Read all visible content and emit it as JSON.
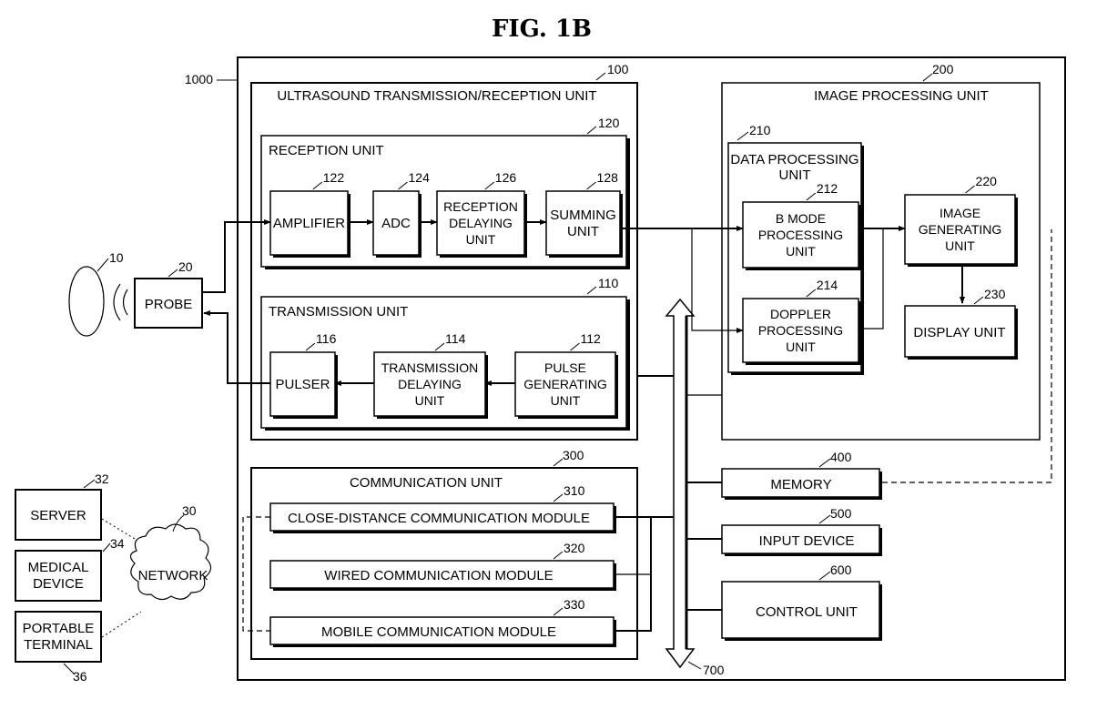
{
  "figure": {
    "title": "FIG.  1B",
    "system_ref": "1000"
  },
  "external": {
    "object": {
      "ref": "10"
    },
    "probe": {
      "label": "PROBE",
      "ref": "20"
    },
    "network": {
      "label": "NETWORK",
      "ref": "30"
    },
    "server": {
      "label": "SERVER",
      "ref": "32"
    },
    "medical_device": {
      "label_lines": [
        "MEDICAL",
        "DEVICE"
      ],
      "ref": "34"
    },
    "portable_terminal": {
      "label_lines": [
        "PORTABLE",
        "TERMINAL"
      ],
      "ref": "36"
    }
  },
  "ultrasound_unit": {
    "label": "ULTRASOUND TRANSMISSION/RECEPTION UNIT",
    "ref": "100",
    "reception_unit": {
      "label": "RECEPTION UNIT",
      "ref": "120",
      "blocks": [
        {
          "id": "amplifier",
          "label_lines": [
            "AMPLIFIER"
          ],
          "ref": "122"
        },
        {
          "id": "adc",
          "label_lines": [
            "ADC"
          ],
          "ref": "124"
        },
        {
          "id": "reception-delaying",
          "label_lines": [
            "RECEPTION",
            "DELAYING",
            "UNIT"
          ],
          "ref": "126"
        },
        {
          "id": "summing",
          "label_lines": [
            "SUMMING",
            "UNIT"
          ],
          "ref": "128"
        }
      ]
    },
    "transmission_unit": {
      "label": "TRANSMISSION UNIT",
      "ref": "110",
      "blocks": [
        {
          "id": "pulser",
          "label_lines": [
            "PULSER"
          ],
          "ref": "116"
        },
        {
          "id": "transmission-delaying",
          "label_lines": [
            "TRANSMISSION",
            "DELAYING",
            "UNIT"
          ],
          "ref": "114"
        },
        {
          "id": "pulse-generating",
          "label_lines": [
            "PULSE",
            "GENERATING",
            "UNIT"
          ],
          "ref": "112"
        }
      ]
    }
  },
  "image_processing_unit": {
    "label": "IMAGE PROCESSING UNIT",
    "ref": "200",
    "data_processing_unit": {
      "label_lines": [
        "DATA PROCESSING",
        "UNIT"
      ],
      "ref": "210",
      "blocks": [
        {
          "id": "b-mode",
          "label_lines": [
            "B MODE",
            "PROCESSING",
            "UNIT"
          ],
          "ref": "212"
        },
        {
          "id": "doppler",
          "label_lines": [
            "DOPPLER",
            "PROCESSING",
            "UNIT"
          ],
          "ref": "214"
        }
      ]
    },
    "image_generating": {
      "label_lines": [
        "IMAGE",
        "GENERATING",
        "UNIT"
      ],
      "ref": "220"
    },
    "display": {
      "label": "DISPLAY UNIT",
      "ref": "230"
    }
  },
  "communication_unit": {
    "label": "COMMUNICATION UNIT",
    "ref": "300",
    "modules": [
      {
        "id": "close-distance",
        "label": "CLOSE-DISTANCE COMMUNICATION MODULE",
        "ref": "310"
      },
      {
        "id": "wired",
        "label": "WIRED COMMUNICATION MODULE",
        "ref": "320"
      },
      {
        "id": "mobile",
        "label": "MOBILE COMMUNICATION MODULE",
        "ref": "330"
      }
    ]
  },
  "memory": {
    "label": "MEMORY",
    "ref": "400"
  },
  "input_device": {
    "label": "INPUT DEVICE",
    "ref": "500"
  },
  "control_unit": {
    "label": "CONTROL UNIT",
    "ref": "600"
  },
  "bus": {
    "ref": "700"
  }
}
